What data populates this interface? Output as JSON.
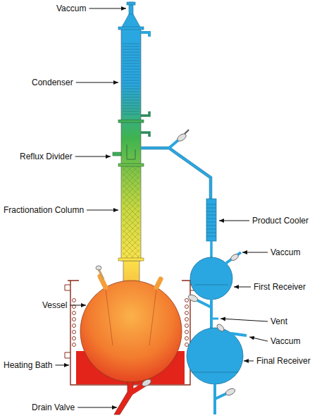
{
  "diagram": {
    "labels": [
      "Vaccum",
      "Condenser",
      "Reflux Divider",
      "Fractionation Column",
      "Vessel",
      "Heating Bath",
      "Drain Valve",
      "Product Cooler",
      "Vaccum",
      "First Receiver",
      "Vent",
      "Vaccum",
      "Final Receiver"
    ]
  }
}
